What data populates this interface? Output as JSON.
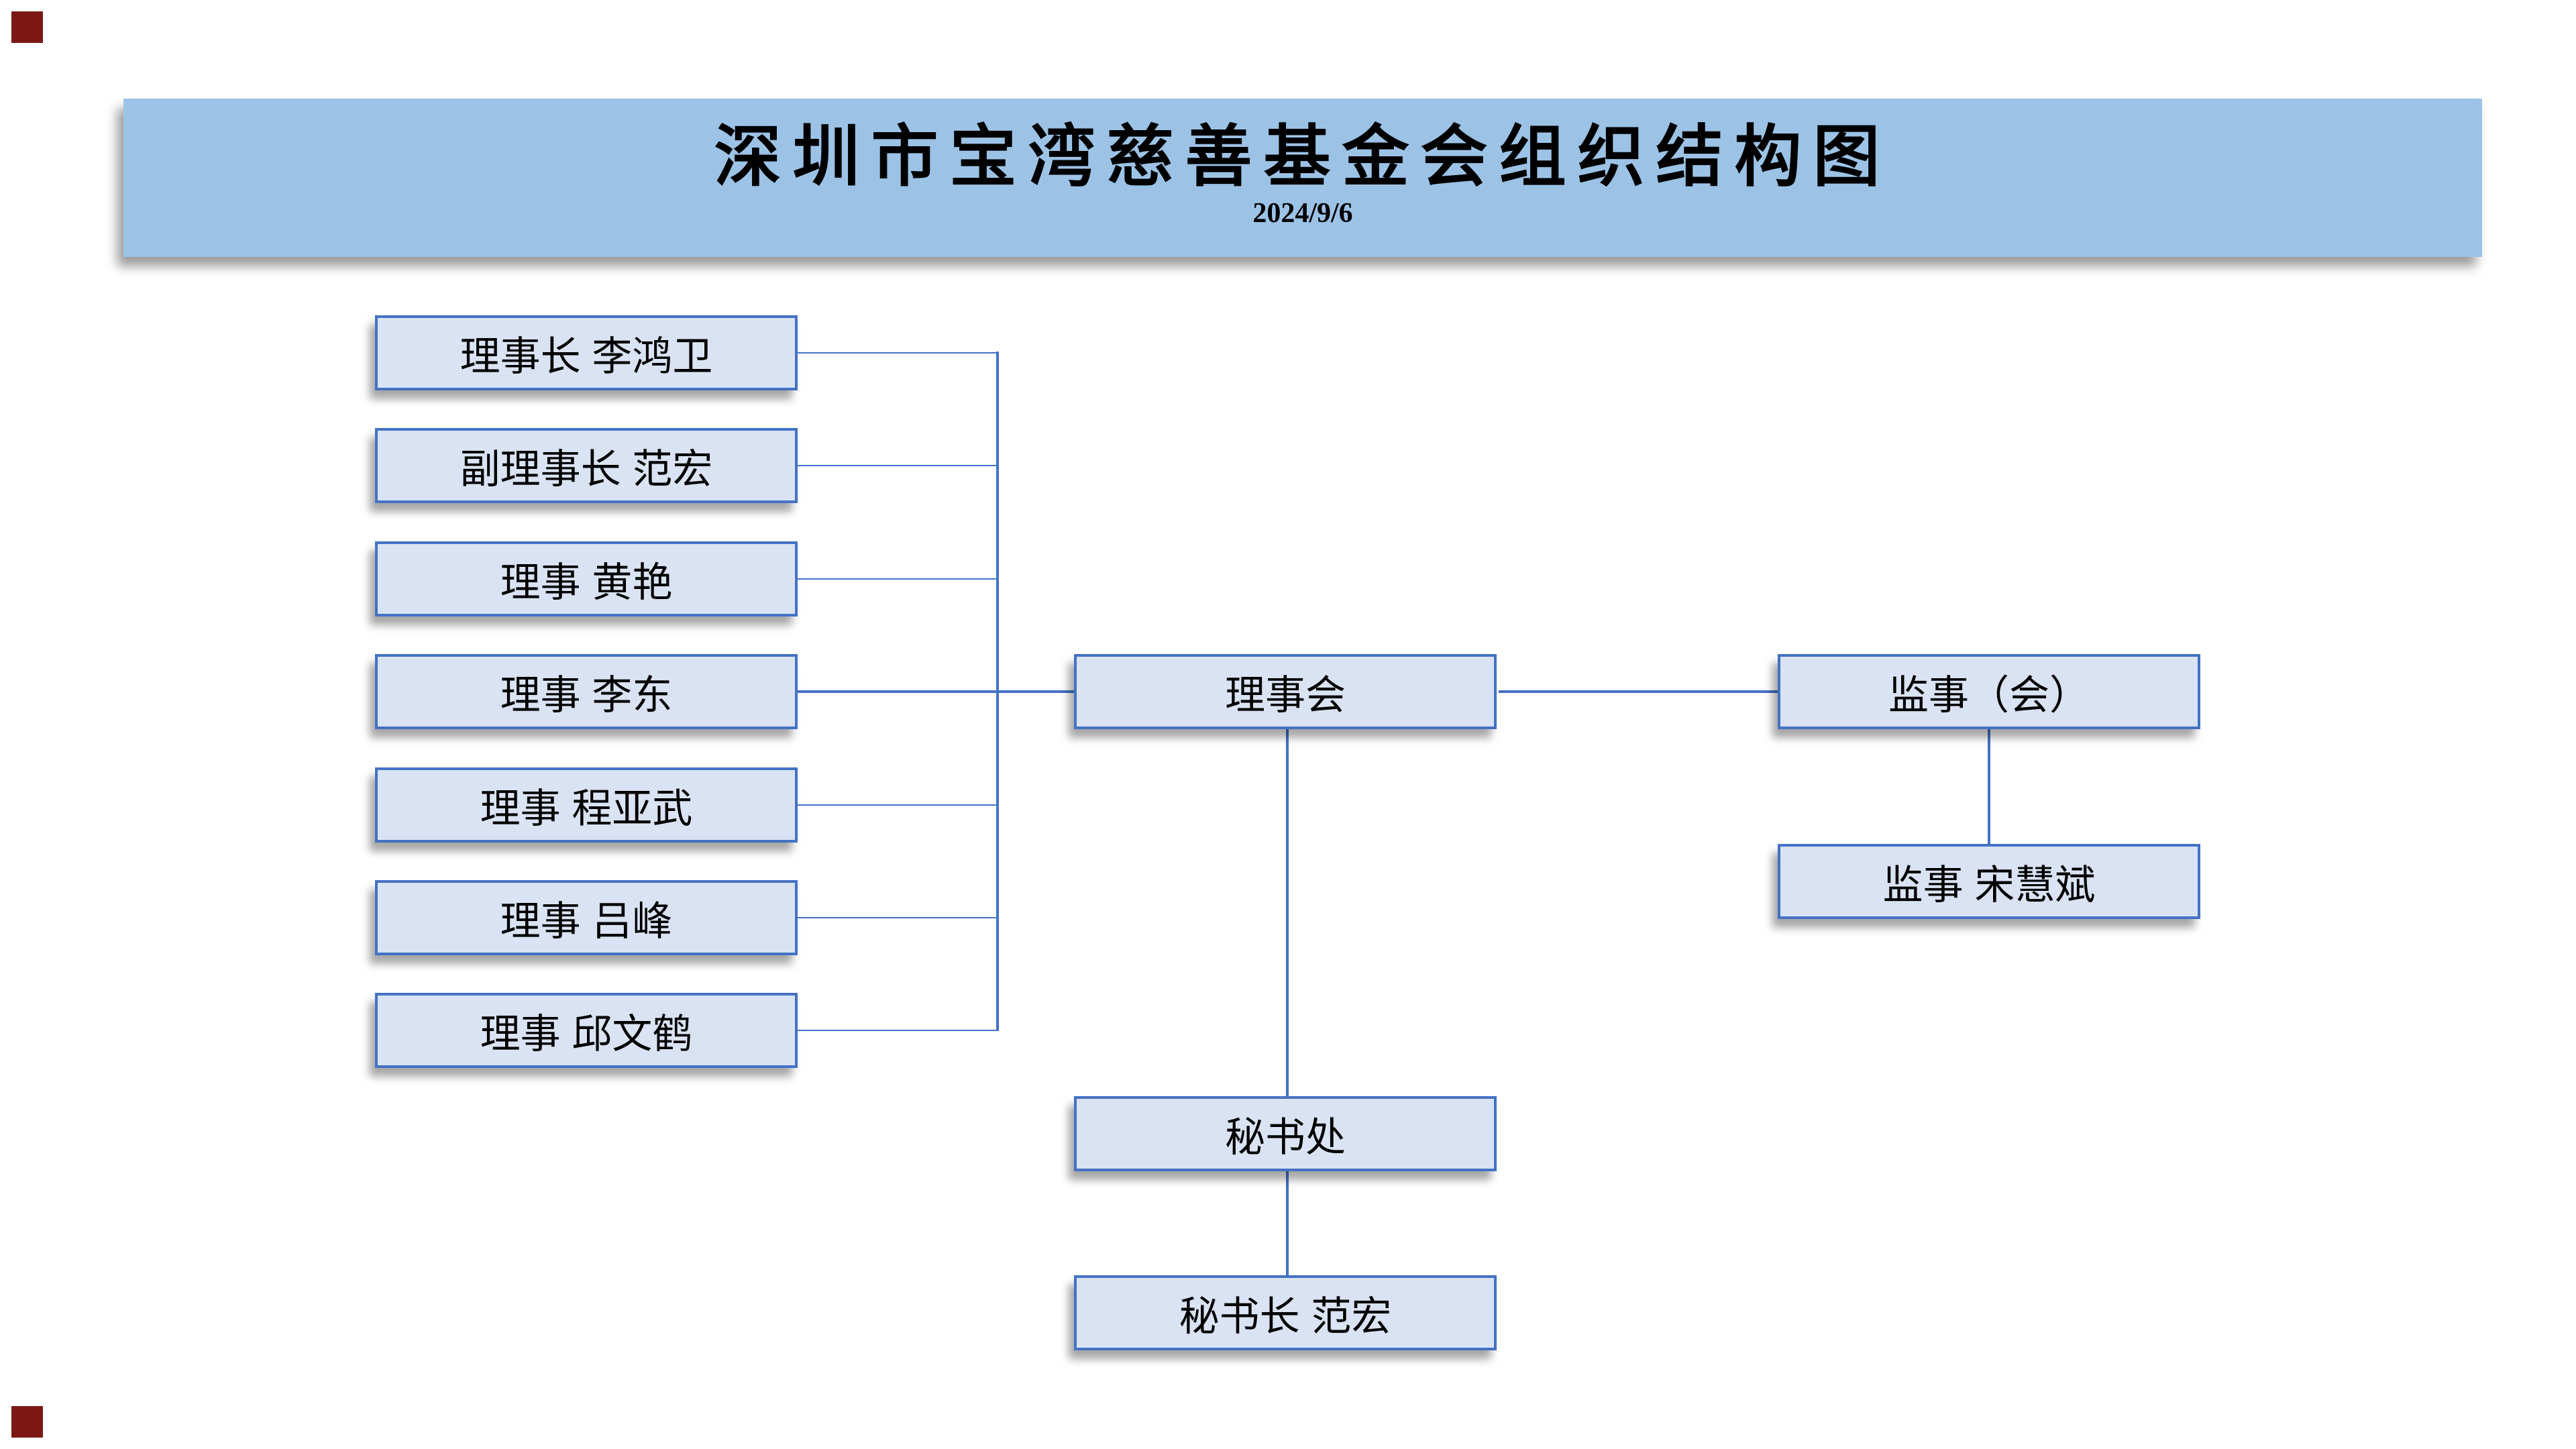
{
  "page": {
    "title": "深圳市宝湾慈善基金会组织结构图",
    "date": "2024/9/6"
  },
  "colors": {
    "banner_bg": "#9CC3E6",
    "box_fill": "#DAE3F3",
    "box_border": "#4472C4",
    "connector": "#4472C4",
    "corner_marker": "#7B1815",
    "text": "#000000"
  },
  "org": {
    "board_members": [
      {
        "label": "理事长 李鸿卫"
      },
      {
        "label": "副理事长 范宏"
      },
      {
        "label": "理事 黄艳"
      },
      {
        "label": "理事 李东"
      },
      {
        "label": "理事 程亚武"
      },
      {
        "label": "理事 吕峰"
      },
      {
        "label": "理事 邱文鹤"
      }
    ],
    "board": "理事会",
    "supervisory_board": "监事（会）",
    "supervisor": "监事 宋慧斌",
    "secretariat": "秘书处",
    "secretary_general": "秘书长 范宏"
  }
}
